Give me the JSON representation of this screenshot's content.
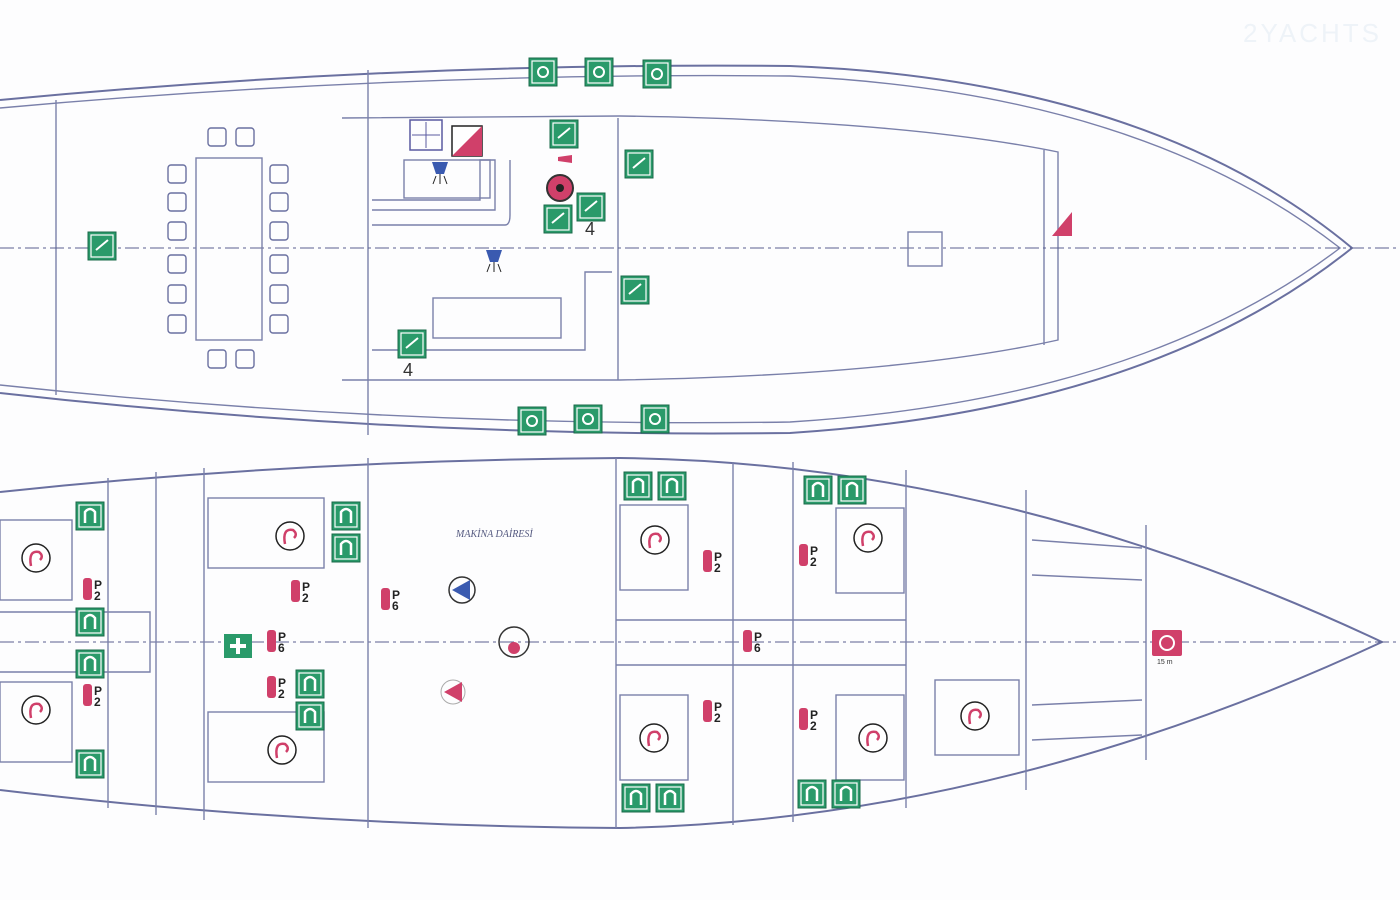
{
  "logo_text": "2YACHTS",
  "engine_room_label": "MAKİNA DAİRESİ",
  "upper_deck": {
    "life_jacket_count": "4",
    "immersion_suit_count": "4"
  },
  "extinguisher_labels": {
    "p2_top": "P",
    "p2_bottom": "2",
    "p6_top": "P",
    "p6_bottom": "6"
  },
  "fire_hose_length": "15 m",
  "colors": {
    "safety_green": "#2a9a6a",
    "fire_red": "#d0406a",
    "line": "#6a70a0",
    "blue": "#3a5ab0"
  }
}
